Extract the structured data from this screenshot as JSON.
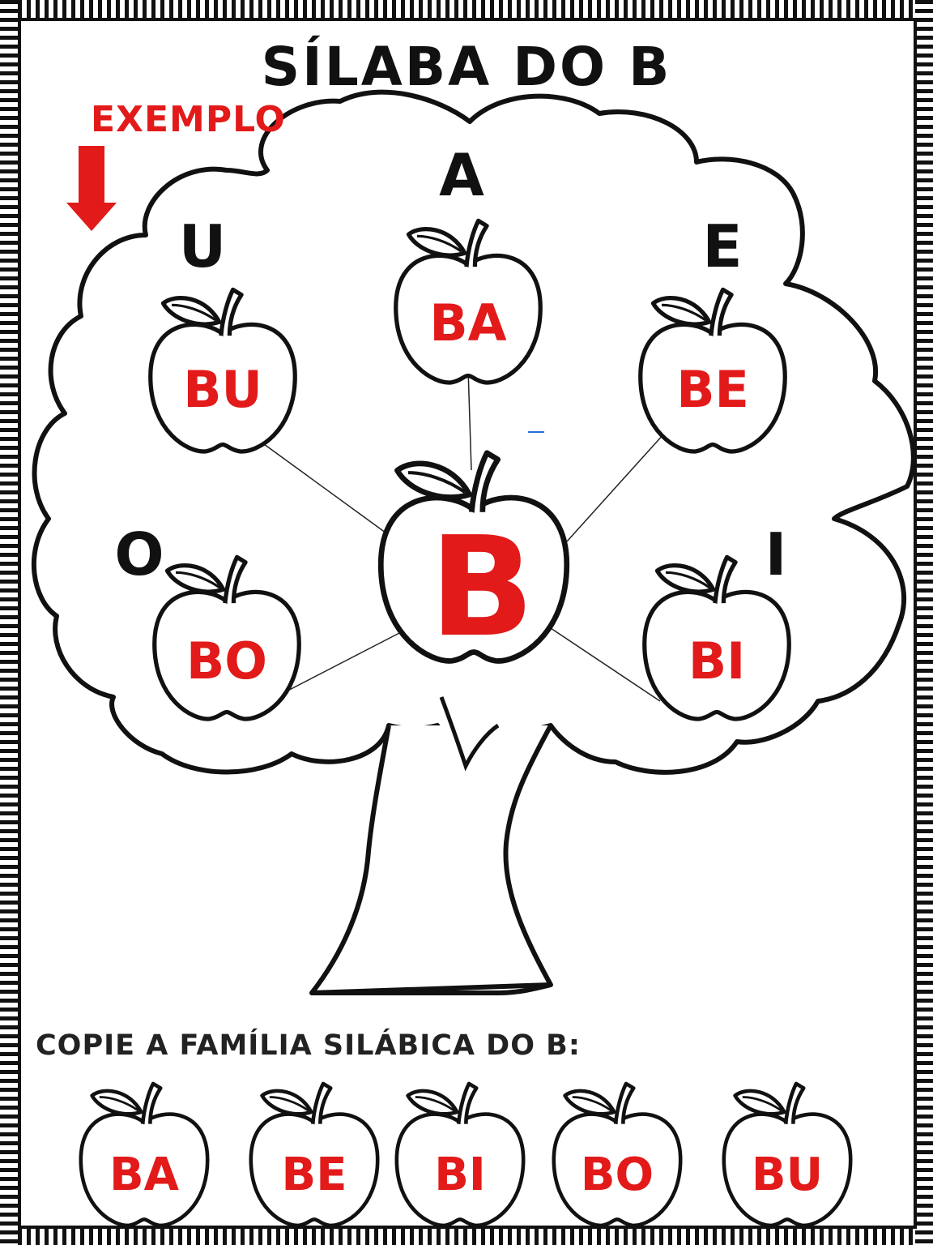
{
  "title": "SÍLABA DO B",
  "example_label": "EXEMPLO",
  "central_letter": "B",
  "tree": {
    "branches": [
      {
        "vowel": "A",
        "syllable": "BA"
      },
      {
        "vowel": "U",
        "syllable": "BU"
      },
      {
        "vowel": "E",
        "syllable": "BE"
      },
      {
        "vowel": "O",
        "syllable": "BO"
      },
      {
        "vowel": "I",
        "syllable": "BI"
      }
    ]
  },
  "instruction": "COPIE A FAMÍLIA SILÁBICA DO B:",
  "copy_row": [
    "BA",
    "BE",
    "BI",
    "BO",
    "BU"
  ],
  "colors": {
    "accent_red": "#e21a1a",
    "outline": "#111111",
    "frame_stripes": "#111111"
  },
  "icons": [
    "apple-icon",
    "tree-icon",
    "down-arrow-icon"
  ]
}
